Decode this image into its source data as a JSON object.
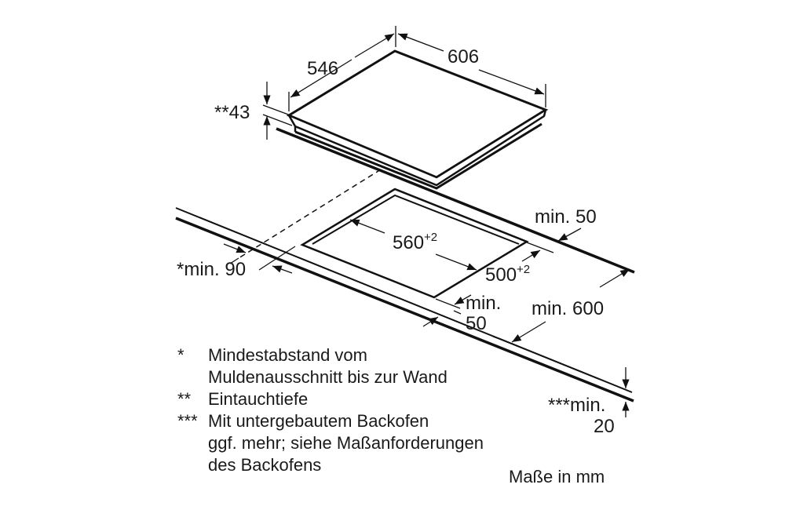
{
  "dimensions": {
    "hob_depth": "546",
    "hob_width": "606",
    "insertion_depth": "**43",
    "cutout_width": "560",
    "cutout_width_tol": "+2",
    "cutout_depth": "500",
    "cutout_depth_tol": "+2",
    "rear_clearance": "min. 50",
    "wall_distance": "*min. 90",
    "front_clearance_line1": "min.",
    "front_clearance_line2": "50",
    "worktop_depth": "min. 600",
    "worktop_thickness_line1": "***min.",
    "worktop_thickness_line2": "20"
  },
  "footnotes": [
    {
      "marker": "*",
      "lines": [
        "Mindestabstand vom",
        "Muldenausschnitt bis zur Wand"
      ]
    },
    {
      "marker": "**",
      "lines": [
        "Eintauchtiefe"
      ]
    },
    {
      "marker": "***",
      "lines": [
        "Mit untergebautem Backofen",
        "ggf. mehr; siehe Maßanforderungen",
        "des Backofens"
      ]
    }
  ],
  "units_note": "Maße in mm",
  "colors": {
    "line": "#111111",
    "background": "#ffffff"
  }
}
